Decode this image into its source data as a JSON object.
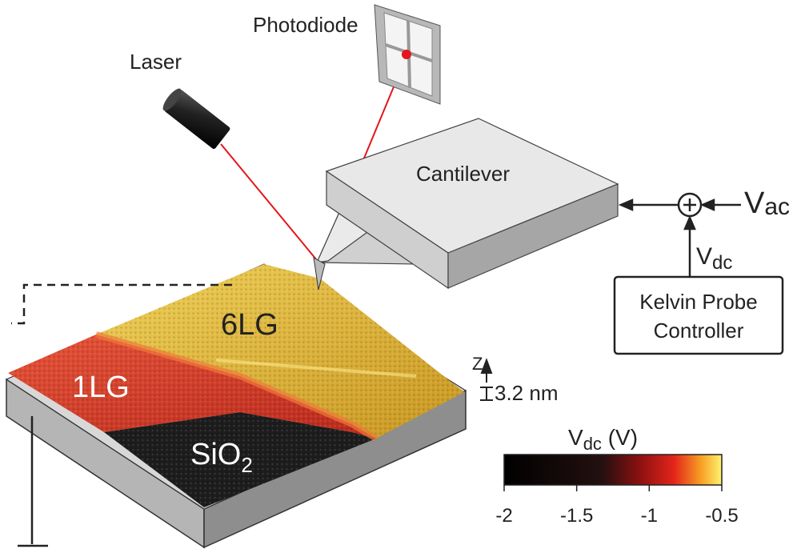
{
  "labels": {
    "photodiode": "Photodiode",
    "laser": "Laser",
    "cantilever": "Cantilever",
    "v_ac_main": "V",
    "v_ac_sub": "ac",
    "v_dc_main": "V",
    "v_dc_sub": "dc",
    "kelvin_line1": "Kelvin Probe",
    "kelvin_line2": "Controller",
    "region_6lg": "6LG",
    "region_1lg": "1LG",
    "region_sio2_main": "SiO",
    "region_sio2_sub": "2",
    "z_axis": "Z",
    "z_scale": "3.2 nm"
  },
  "colorbar": {
    "title_main": "V",
    "title_sub": "dc",
    "title_unit": " (V)",
    "ticks": [
      "-2",
      "-1.5",
      "-1",
      "-0.5"
    ],
    "tick_values": [
      -2,
      -1.5,
      -1,
      -0.5
    ],
    "range": [
      -2,
      -0.5
    ],
    "colors": [
      "#000000",
      "#2a0606",
      "#7a0f10",
      "#e0201a",
      "#f58a1e",
      "#fff06a"
    ]
  },
  "colors": {
    "laser_beam": "#e3161b",
    "sio2": "#1c1c1c",
    "layer_1lg": "#d9452a",
    "layer_6lg": "#e3b52c",
    "substrate": "#9a9a9a",
    "cantilever": "#e6e6e6"
  }
}
